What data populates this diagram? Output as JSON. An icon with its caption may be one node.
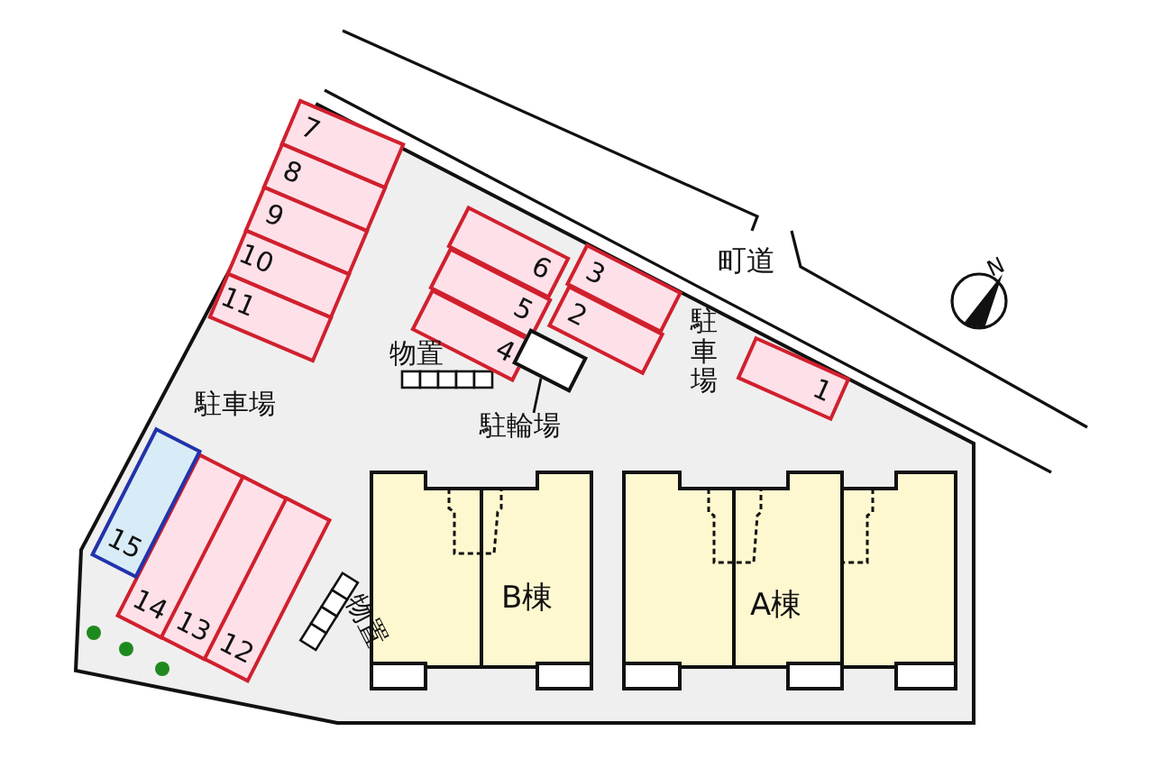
{
  "diagram": {
    "nodes": [
      {
        "text": [
          "1"
        ]
      },
      {
        "text": [
          "2"
        ]
      },
      {
        "text": [
          "3"
        ]
      },
      {
        "text": [
          "4"
        ]
      },
      {
        "text": [
          "5"
        ]
      },
      {
        "text": [
          "6"
        ]
      },
      {
        "text": [
          "7"
        ]
      },
      {
        "text": [
          "8"
        ]
      },
      {
        "text": [
          "9"
        ]
      },
      {
        "text": [
          "10"
        ]
      },
      {
        "text": [
          "11"
        ]
      },
      {
        "text": [
          "12"
        ]
      },
      {
        "text": [
          "13"
        ]
      },
      {
        "text": [
          "14"
        ]
      },
      {
        "text": [
          "15"
        ]
      },
      {
        "text": [],
        "shape": "box"
      },
      {
        "text": [
          "駐輪場"
        ]
      },
      {
        "text": [
          "B棟"
        ]
      },
      {
        "text": [
          "A棟"
        ]
      }
    ],
    "edges": [
      {
        "from": 16,
        "to": 15,
        "arrow": "none"
      }
    ],
    "labels": [
      "町道",
      "N",
      "駐車場",
      "物置",
      "駐車場",
      "物置"
    ]
  }
}
